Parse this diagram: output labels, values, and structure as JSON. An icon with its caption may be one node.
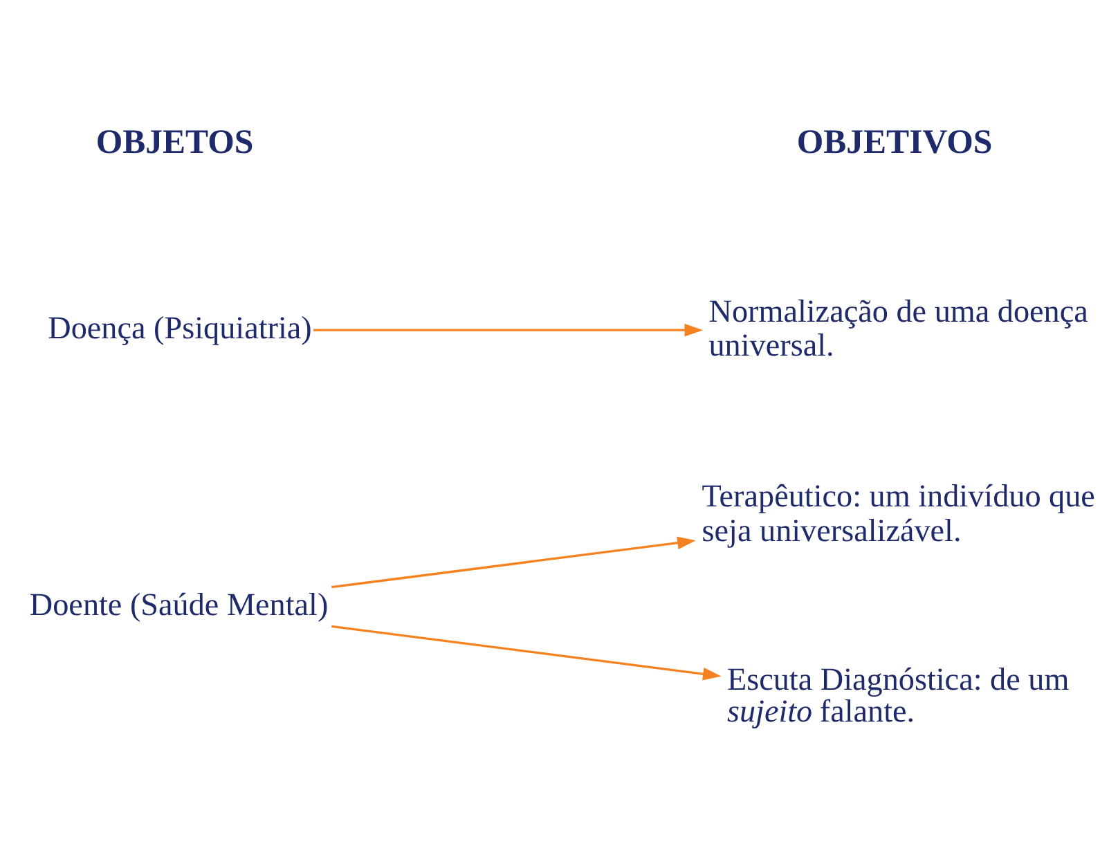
{
  "diagram": {
    "nodes": [
      {
        "text": [
          "Doença (Psiquiatria)"
        ]
      },
      {
        "text": [
          "Normalização de uma doença universal."
        ]
      },
      {
        "text": [
          "Terapêutico: um indivíduo que seja universalizável."
        ]
      },
      {
        "text": [
          "Doente (Saúde Mental)"
        ]
      },
      {
        "text": [
          "Escuta Diagnóstica: de um *sujeito* falante."
        ]
      }
    ],
    "edges": [
      {
        "from": 0,
        "to": 1,
        "arrow": "to"
      },
      {
        "from": 3,
        "to": 2,
        "arrow": "to"
      },
      {
        "from": 3,
        "to": 4,
        "arrow": "to"
      }
    ],
    "labels": [
      "OBJETOS",
      "OBJETIVOS"
    ]
  }
}
